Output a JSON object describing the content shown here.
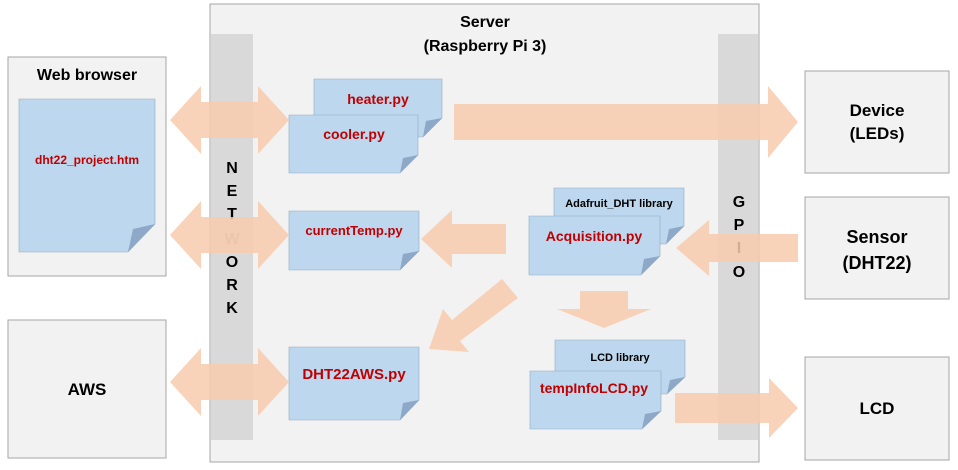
{
  "server": {
    "title_line1": "Server",
    "title_line2": "(Raspberry Pi 3)"
  },
  "network": {
    "letters": [
      "N",
      "E",
      "T",
      "W",
      "O",
      "R",
      "K"
    ]
  },
  "gpio": {
    "letters": [
      "G",
      "P",
      "I",
      "O"
    ]
  },
  "left_boxes": {
    "web_browser": "Web browser",
    "aws": "AWS"
  },
  "right_boxes": {
    "device_line1": "Device",
    "device_line2": "(LEDs)",
    "sensor_line1": "Sensor",
    "sensor_line2": "(DHT22)",
    "lcd": "LCD"
  },
  "files": {
    "dht22_project": "dht22_project.htm",
    "heater": "heater.py",
    "cooler": "cooler.py",
    "current_temp": "currentTemp.py",
    "dht22aws": "DHT22AWS.py",
    "adafruit_lib": "Adafruit_DHT library",
    "acquisition": "Acquisition.py",
    "lcd_lib": "LCD library",
    "temp_info_lcd": "tempInfoLCD.py"
  },
  "colors": {
    "box_fill": "#f2f2f2",
    "bar_fill": "#d9d9d9",
    "doc_fill": "#bdd7ee",
    "arrow_fill": "#f8cbad",
    "file_text": "#c00000"
  }
}
